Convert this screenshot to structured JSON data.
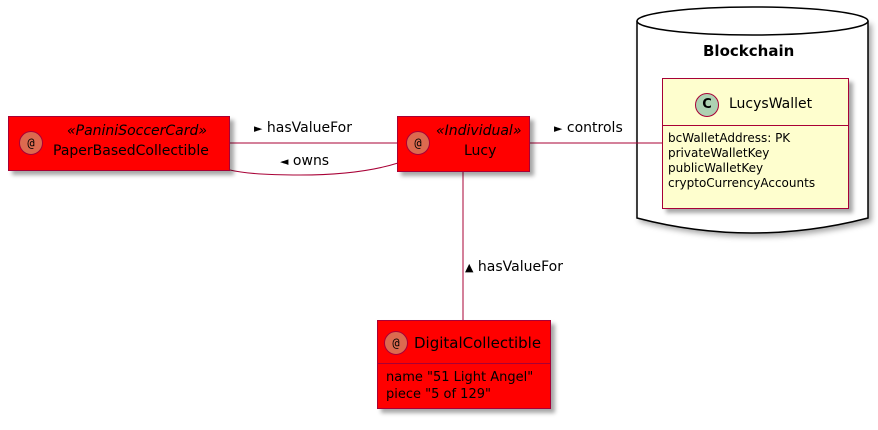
{
  "nodes": {
    "paper": {
      "icon": "@",
      "stereotype": "«PaniniSoccerCard»",
      "name": "PaperBasedCollectible"
    },
    "lucy": {
      "icon": "@",
      "stereotype": "«Individual»",
      "name": "Lucy"
    },
    "digital": {
      "icon": "@",
      "name": "DigitalCollectible",
      "attributes": [
        "name \"51 Light Angel\"",
        "piece \"5 of 129\""
      ]
    },
    "blockchain": {
      "title": "Blockchain"
    },
    "wallet": {
      "icon": "C",
      "name": "LucysWallet",
      "attributes": [
        "bcWalletAddress: PK",
        "privateWalletKey",
        "publicWalletKey",
        "cryptoCurrencyAccounts"
      ]
    }
  },
  "edges": {
    "has_value_for_top": {
      "arrow": "►",
      "label": "hasValueFor"
    },
    "owns": {
      "arrow": "◄",
      "label": "owns"
    },
    "controls": {
      "arrow": "►",
      "label": "controls"
    },
    "has_value_for_bottom": {
      "arrow": "▲",
      "label": "hasValueFor"
    }
  },
  "colors": {
    "entity_fill": "#ff0000",
    "border": "#a80036",
    "class_fill": "#fefece",
    "circle_entity": "#dc6a4f",
    "circle_class": "#add1b2"
  }
}
